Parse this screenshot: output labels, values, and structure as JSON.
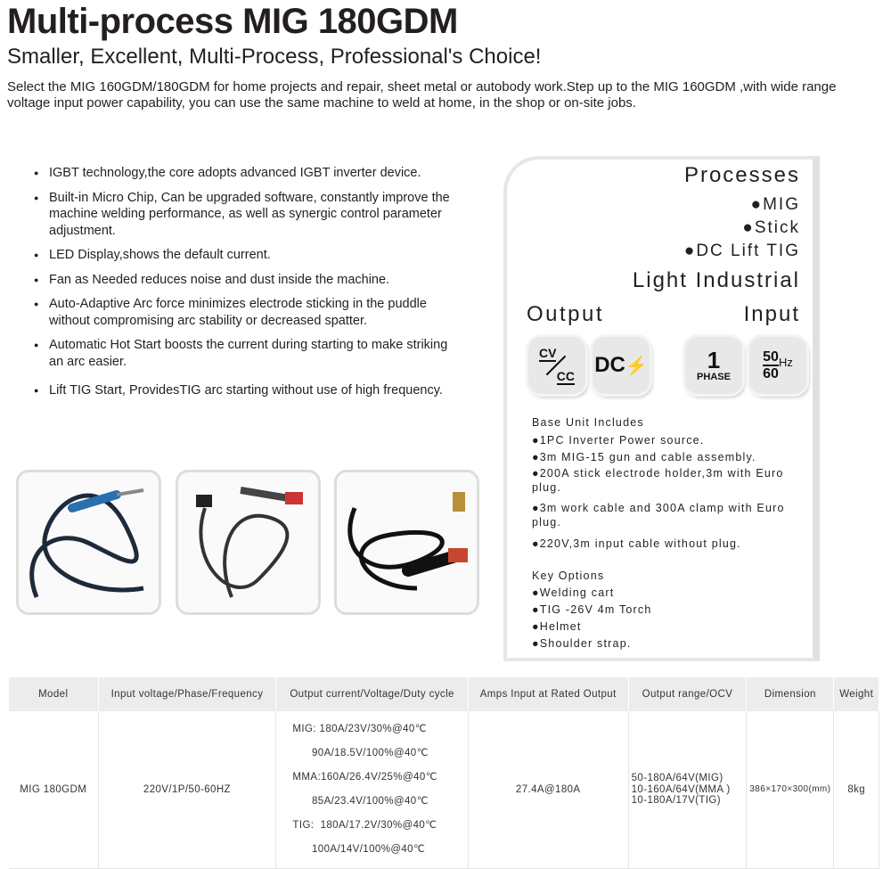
{
  "title": "Multi-process MIG 180GDM",
  "subtitle": "Smaller, Excellent, Multi-Process, Professional's Choice!",
  "intro": "Select the MIG 160GDM/180GDM for home projects and repair, sheet metal or autobody work.Step up to the MIG 160GDM ,with wide range voltage input power capability, you can use the same machine to weld at home, in the shop or on-site jobs.",
  "features": [
    "IGBT technology,the core adopts advanced IGBT inverter device.",
    "Built-in Micro Chip, Can be upgraded software, constantly improve the machine welding performance, as well as synergic control parameter adjustment.",
    "LED Display,shows the default current.",
    "Fan as Needed reduces noise and dust inside the machine.",
    "Auto-Adaptive Arc force minimizes electrode sticking in the puddle without compromising arc stability or decreased spatter.",
    "Automatic Hot Start boosts the current during starting to make striking an arc easier.",
    "Lift TIG Start, ProvidesTIG arc starting without use of high frequency."
  ],
  "panel": {
    "processes_heading": "Processes",
    "processes": [
      "●MIG",
      "●Stick",
      "●DC Lift TIG"
    ],
    "class": "Light Industrial",
    "output_label": "Output",
    "input_label": "Input",
    "icons": {
      "cv": "CV",
      "cc": "CC",
      "dc": "DC",
      "phase_num": "1",
      "phase": "PHASE",
      "hz_top": "50",
      "hz_bottom": "60",
      "hz": "Hz"
    },
    "base_heading": "Base Unit Includes",
    "base_items": [
      "●1PC  Inverter Power source.",
      "●3m MIG-15 gun and cable assembly.",
      "●200A stick electrode holder,3m with Euro plug.",
      "●3m work cable and 300A clamp with Euro plug.",
      "●220V,3m input cable without plug."
    ],
    "options_heading": "Key Options",
    "options": [
      "●Welding cart",
      "●TIG -26V 4m Torch",
      "●Helmet",
      "●Shoulder strap."
    ]
  },
  "table": {
    "headers": [
      "Model",
      "Input voltage/Phase/Frequency",
      "Output current/Voltage/Duty cycle",
      "Amps Input at Rated Output",
      "Output range/OCV",
      "Dimension",
      "Weight"
    ],
    "row": {
      "model": "MIG 180GDM",
      "input": "220V/1P/50-60HZ",
      "output": [
        "MIG: 180A/23V/30%@40℃",
        "      90A/18.5V/100%@40℃",
        "MMA:160A/26.4V/25%@40℃",
        "      85A/23.4V/100%@40℃",
        "TIG:  180A/17.2V/30%@40℃",
        "      100A/14V/100%@40℃"
      ],
      "amps": "27.4A@180A",
      "range": [
        "50-180A/64V(MIG)",
        "10-160A/64V(MMA )",
        "10-180A/17V(TIG)"
      ],
      "dimension": "386×170×300(mm)",
      "weight": "8kg"
    }
  }
}
